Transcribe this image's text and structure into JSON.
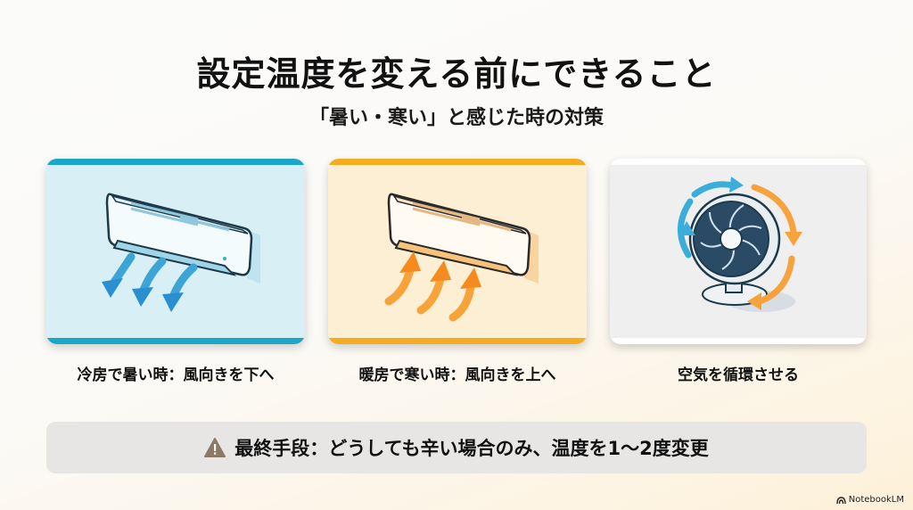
{
  "header": {
    "title": "設定温度を変える前にできること",
    "subtitle": "「暑い・寒い」と感じた時の対策"
  },
  "cards": [
    {
      "id": "cooling",
      "caption": "冷房で暑い時：風向きを下へ",
      "icon": "air-conditioner-down-arrows",
      "accent": "#1ba7c7",
      "background": "#d7eff5"
    },
    {
      "id": "heating",
      "caption": "暖房で寒い時：風向きを上へ",
      "icon": "air-conditioner-up-arrows",
      "accent": "#f5ac1f",
      "background": "#fdefd4"
    },
    {
      "id": "circulate",
      "caption": "空気を循環させる",
      "icon": "circulator-fan",
      "accent": "#ffffff",
      "background": "#efefef"
    }
  ],
  "note": {
    "icon": "warning-icon",
    "text": "最終手段：どうしても辛い場合のみ、温度を1〜2度変更",
    "icon_color": "#8c7a66"
  },
  "brand": {
    "label": "NotebookLM"
  }
}
